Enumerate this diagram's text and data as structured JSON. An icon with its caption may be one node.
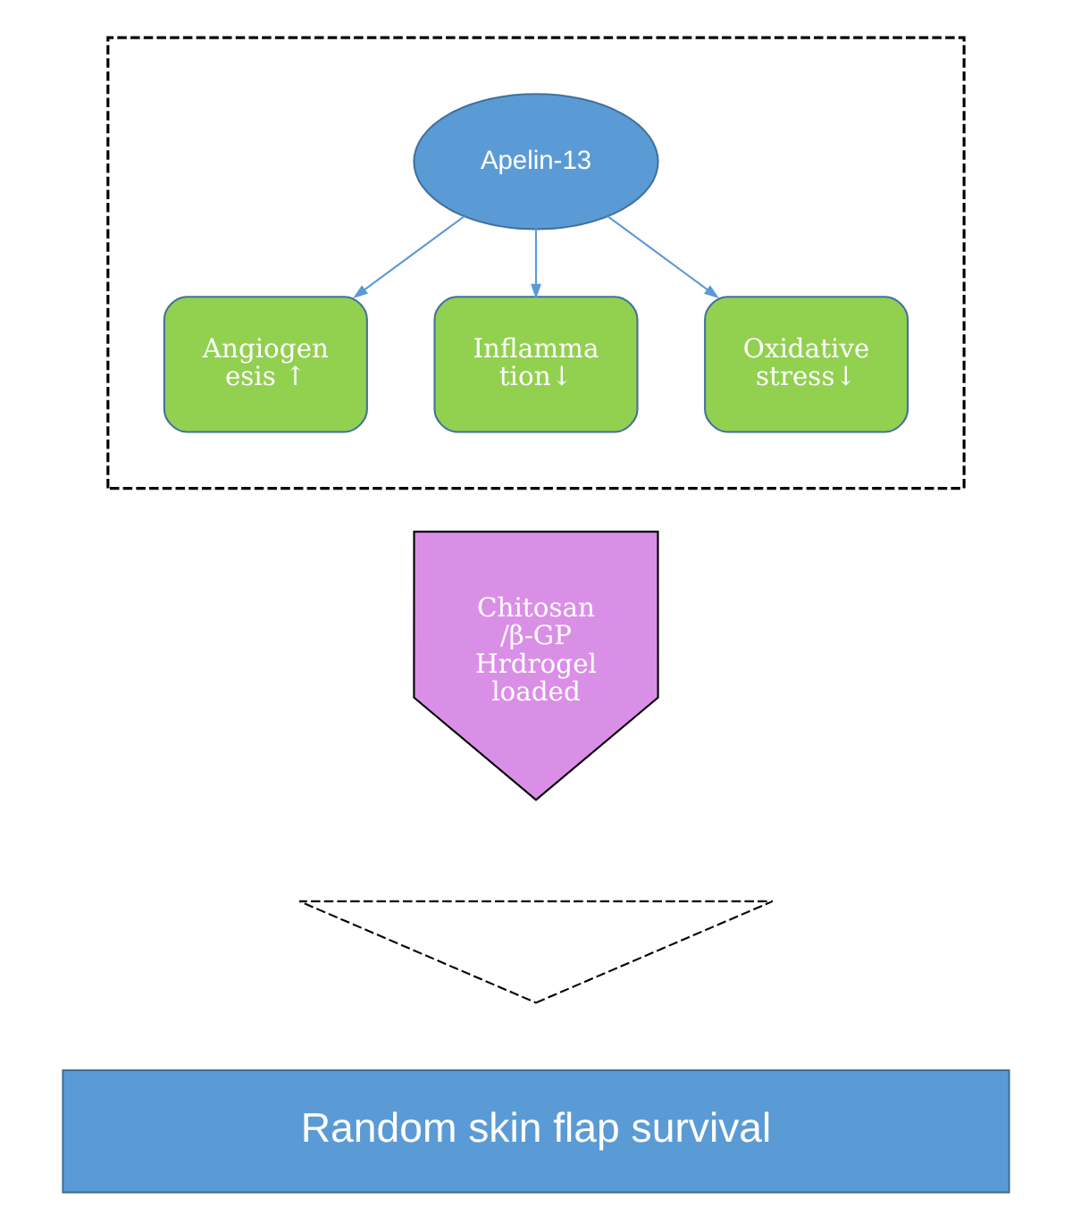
{
  "diagram": {
    "nodes": [
      {
        "text": [],
        "shape": "box"
      },
      {
        "text": [
          "Apelin-13"
        ],
        "in": 0
      },
      {
        "text": [
          "Angiogen esis ↑"
        ],
        "in": 0
      },
      {
        "text": [
          "Inflamma tion↓"
        ],
        "in": 0
      },
      {
        "text": [
          "Oxidative stress↓"
        ],
        "in": 0
      },
      {
        "text": [
          "Chitosan /β-GP Hrdrogel loaded"
        ]
      },
      {
        "text": [],
        "shape": "triangle"
      },
      {
        "text": [
          "Random skin flap survival"
        ]
      }
    ],
    "edges": [
      {
        "from": 1,
        "to": 2,
        "arrow": "to"
      },
      {
        "from": 1,
        "to": 3,
        "arrow": "to"
      },
      {
        "from": 1,
        "to": 4,
        "arrow": "to"
      }
    ]
  }
}
